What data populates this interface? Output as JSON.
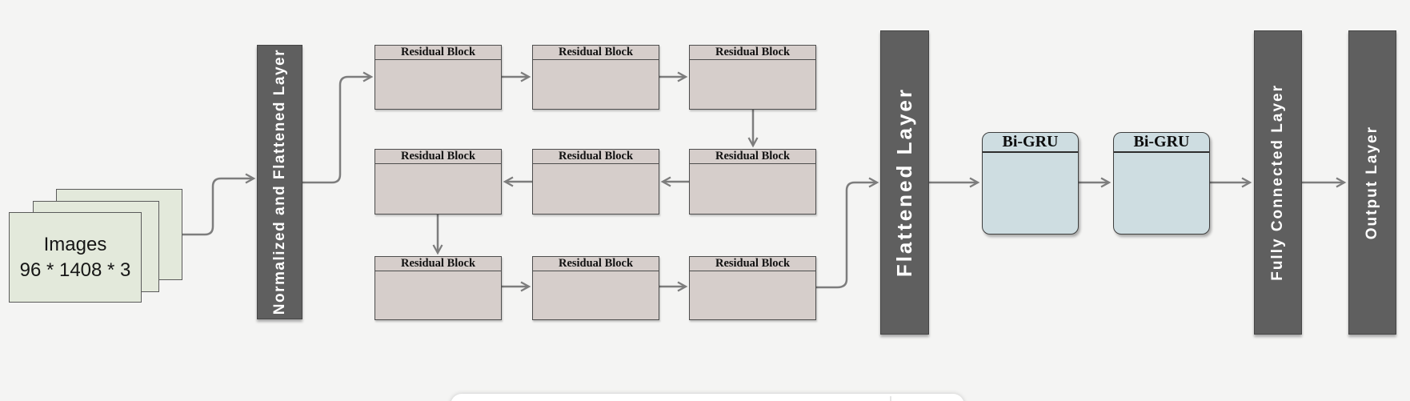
{
  "diagram": {
    "input": {
      "label": "Images",
      "dimensions": "96 * 1408 * 3"
    },
    "normalized_layer": {
      "label": "Normalized and Flattened Layer"
    },
    "residual_blocks": {
      "label": "Residual Block",
      "count": 9,
      "rows": 3,
      "cols": 3
    },
    "flattened_layer": {
      "label": "Flattened Layer"
    },
    "bigru_blocks": {
      "label": "Bi-GRU",
      "count": 2
    },
    "fully_connected_layer": {
      "label": "Fully Connected Layer"
    },
    "output_layer": {
      "label": "Output Layer"
    }
  },
  "colors": {
    "background": "#f4f4f3",
    "input_fill": "#e3e9db",
    "residual_fill": "#d6cecb",
    "bigru_fill": "#cedde1",
    "bar_fill": "#5f5f5f",
    "bar_text": "#ffffff",
    "arrow": "#7d7d7d"
  }
}
